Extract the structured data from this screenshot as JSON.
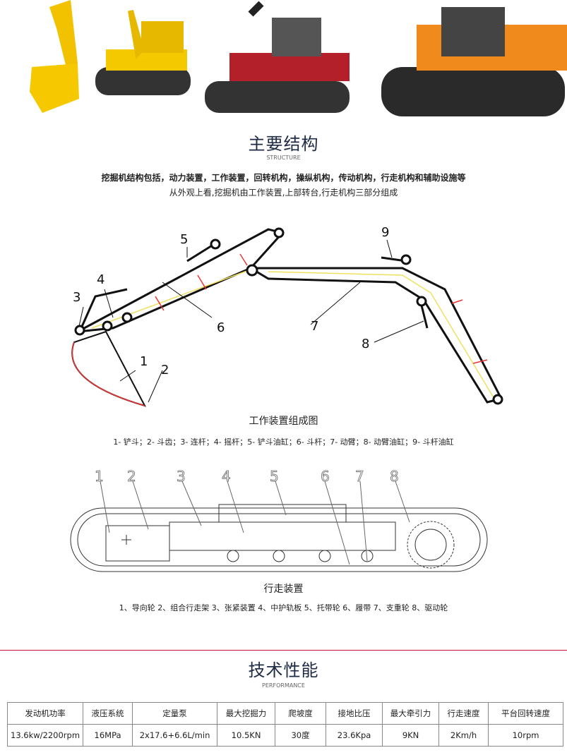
{
  "photos": [
    "excavator-bucket",
    "yellow-excavator",
    "red-excavator",
    "orange-excavator"
  ],
  "structure": {
    "title": "主要结构",
    "subtitle": "STRUCTURE",
    "line1": "挖掘机结构包括，动力装置，工作装置，回转机构，操纵机构，传动机构，行走机构和辅助设施等",
    "line2": "从外观上看,挖掘机由工作装置,上部转台,行走机构三部分组成"
  },
  "work_diagram": {
    "numbers": [
      "1",
      "2",
      "3",
      "4",
      "5",
      "6",
      "7",
      "8",
      "9"
    ],
    "caption": "工作装置组成图",
    "legend": "1- 铲斗；2- 斗齿；3- 连杆；4- 摇杆；5- 铲斗油缸；6- 斗杆；7- 动臂；8- 动臂油缸；9- 斗杆油缸"
  },
  "track_diagram": {
    "numbers": [
      "1",
      "2",
      "3",
      "4",
      "5",
      "6",
      "7",
      "8"
    ],
    "caption": "行走装置",
    "legend": "1、导向轮 2、组合行走架 3、张紧装置 4、中护轨板 5、托带轮  6、履带  7、支重轮  8、驱动轮"
  },
  "performance": {
    "title": "技术性能",
    "subtitle": "PERFORMANCE",
    "headers": [
      "发动机功率",
      "液压系统",
      "定量泵",
      "最大挖掘力",
      "爬坡度",
      "接地比压",
      "最大牵引力",
      "行走速度",
      "平台回转速度"
    ],
    "values": [
      "13.6kw/2200rpm",
      "16MPa",
      "2x17.6+6.6L/min",
      "10.5KN",
      "30度",
      "23.6Kpa",
      "9KN",
      "2Km/h",
      "10rpm"
    ]
  },
  "colors": {
    "accent": "#c8102e",
    "title": "#1f2a44"
  }
}
